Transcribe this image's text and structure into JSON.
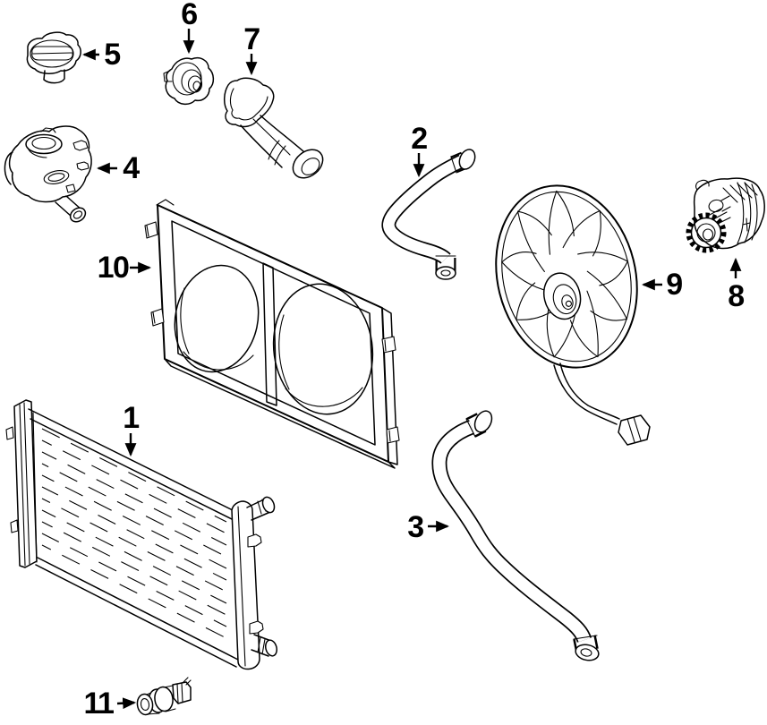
{
  "colors": {
    "background": "#ffffff",
    "ink": "#000000"
  },
  "callouts": {
    "c1": {
      "label": "1"
    },
    "c2": {
      "label": "2"
    },
    "c3": {
      "label": "3"
    },
    "c4": {
      "label": "4"
    },
    "c5": {
      "label": "5"
    },
    "c6": {
      "label": "6"
    },
    "c7": {
      "label": "7"
    },
    "c8": {
      "label": "8"
    },
    "c9": {
      "label": "9"
    },
    "c10": {
      "label": "10"
    },
    "c11": {
      "label": "11"
    }
  }
}
